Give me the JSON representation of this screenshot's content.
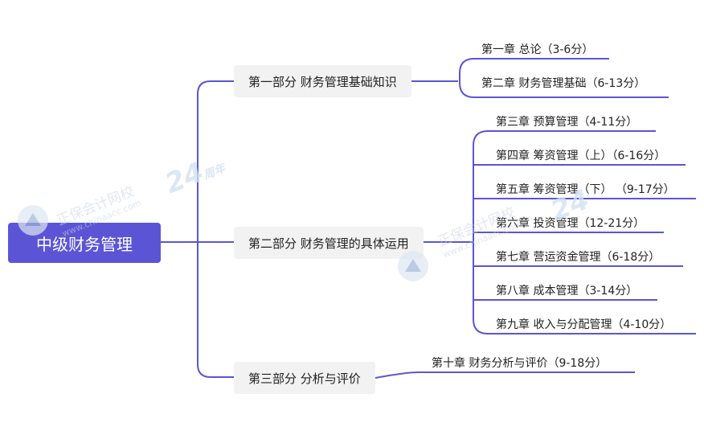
{
  "root": {
    "label": "中级财务管理"
  },
  "parts": [
    {
      "label": "第一部分 财务管理基础知识",
      "chapters": [
        "第一章 总论（3-6分）",
        "第二章 财务管理基础（6-13分）"
      ]
    },
    {
      "label": "第二部分 财务管理的具体运用",
      "chapters": [
        "第三章 预算管理（4-11分）",
        "第四章 筹资管理（上）（6-16分）",
        "第五章 筹资管理（下） （9-17分）",
        "第六章 投资管理（12-21分）",
        "第七章 营运资金管理（6-18分）",
        "第八章 成本管理（3-14分）",
        "第九章 收入与分配管理（4-10分）"
      ]
    },
    {
      "label": "第三部分 分析与评价",
      "chapters": [
        "第十章  财务分析与评价（9-18分）"
      ]
    }
  ],
  "watermark": {
    "name": "正保会计网校",
    "url": "www.chinaacc.com",
    "badge": "24",
    "badge_suffix": "周年"
  },
  "colors": {
    "line": "#5b55d6",
    "root_bg": "#5b55d6",
    "node_bg": "#f2f2f2"
  }
}
